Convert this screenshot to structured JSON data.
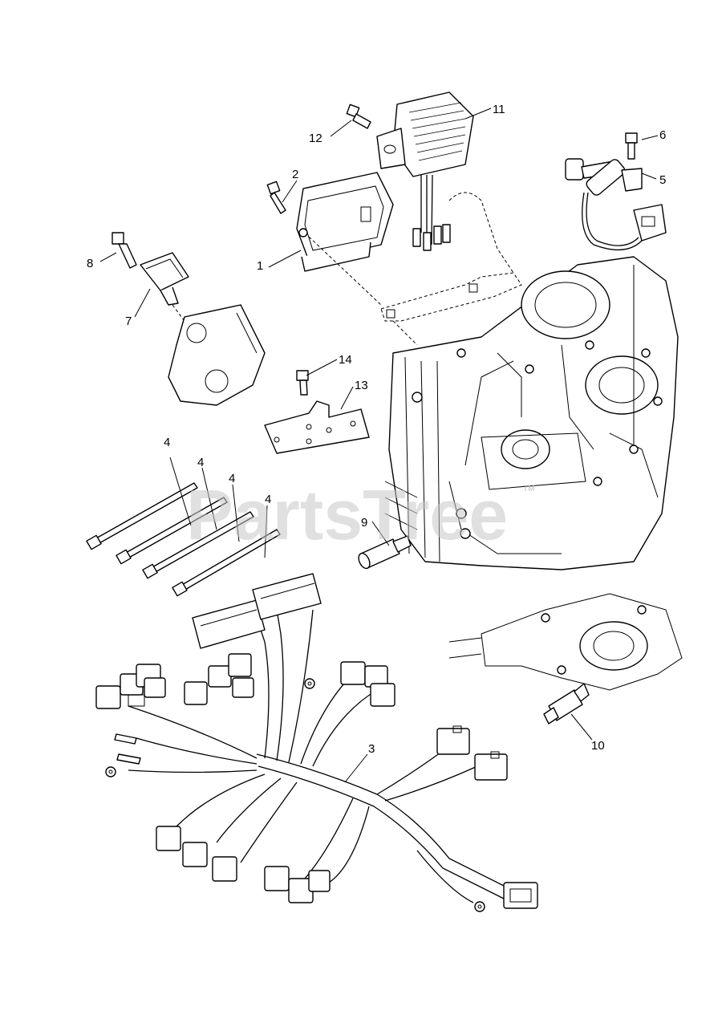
{
  "watermark": {
    "text": "PartsTree",
    "trademark": "TM"
  },
  "callouts": [
    {
      "id": "1",
      "text": "1"
    },
    {
      "id": "2",
      "text": "2"
    },
    {
      "id": "3",
      "text": "3"
    },
    {
      "id": "4a",
      "text": "4"
    },
    {
      "id": "4b",
      "text": "4"
    },
    {
      "id": "4c",
      "text": "4"
    },
    {
      "id": "4d",
      "text": "4"
    },
    {
      "id": "5",
      "text": "5"
    },
    {
      "id": "6",
      "text": "6"
    },
    {
      "id": "7",
      "text": "7"
    },
    {
      "id": "8",
      "text": "8"
    },
    {
      "id": "9",
      "text": "9"
    },
    {
      "id": "10",
      "text": "10"
    },
    {
      "id": "11",
      "text": "11"
    },
    {
      "id": "12",
      "text": "12"
    },
    {
      "id": "13",
      "text": "13"
    },
    {
      "id": "14",
      "text": "14"
    }
  ]
}
